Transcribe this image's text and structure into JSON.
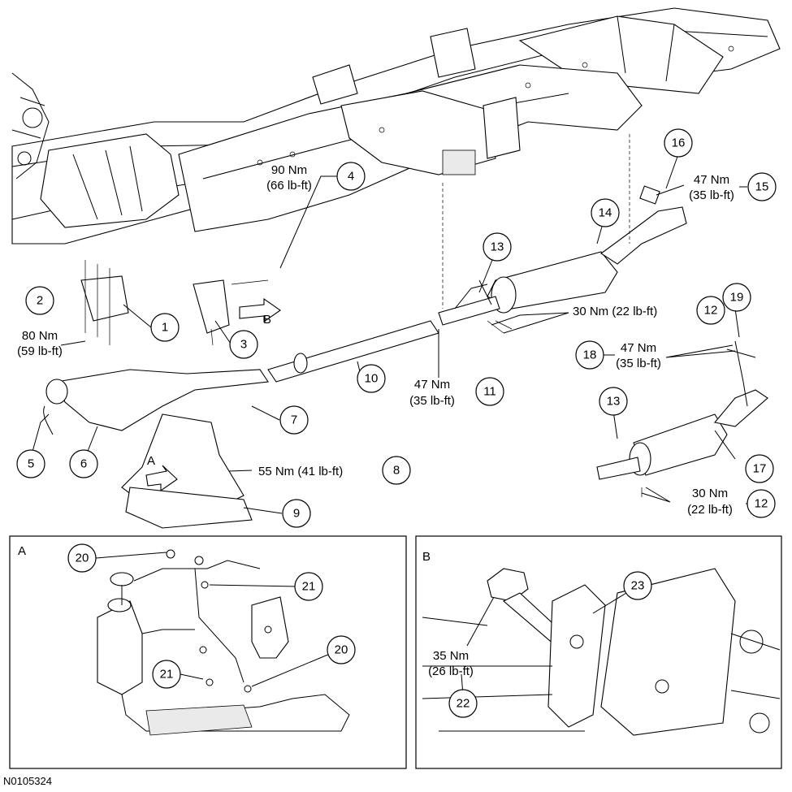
{
  "figure_code": "N0105324",
  "views": {
    "a": "A",
    "b": "B"
  },
  "arrows": {
    "a": "A",
    "b": "B"
  },
  "callouts": {
    "c1": "1",
    "c2": "2",
    "c3": "3",
    "c4": "4",
    "c5": "5",
    "c6": "6",
    "c7": "7",
    "c8": "8",
    "c9": "9",
    "c10": "10",
    "c11": "11",
    "c12a": "12",
    "c12b": "12",
    "c13a": "13",
    "c13b": "13",
    "c14": "14",
    "c15": "15",
    "c16": "16",
    "c17": "17",
    "c18": "18",
    "c19": "19",
    "c20a": "20",
    "c20b": "20",
    "c21a": "21",
    "c21b": "21",
    "c22": "22",
    "c23": "23"
  },
  "torques": {
    "t2_nm": "80 Nm",
    "t2_lbft": "(59 lb-ft)",
    "t4_nm": "90 Nm",
    "t4_lbft": "(66 lb-ft)",
    "t8": "55 Nm (41 lb-ft)",
    "t11_nm": "47 Nm",
    "t11_lbft": "(35 lb-ft)",
    "t12a": "30 Nm (22 lb-ft)",
    "t12b_nm": "30 Nm",
    "t12b_lbft": "(22 lb-ft)",
    "t15_nm": "47 Nm",
    "t15_lbft": "(35 lb-ft)",
    "t18_nm": "47 Nm",
    "t18_lbft": "(35 lb-ft)",
    "t22_nm": "35 Nm",
    "t22_lbft": "(26 lb-ft)"
  }
}
